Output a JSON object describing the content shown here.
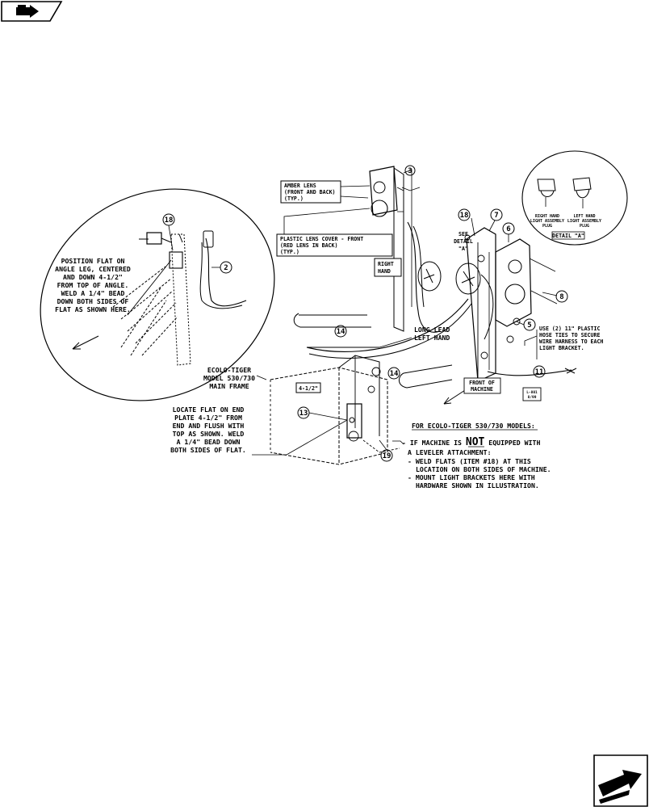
{
  "nav": {
    "top_icon": "back-page-icon",
    "bottom_icon": "next-page-icon"
  },
  "diagram": {
    "amber_lens": [
      "AMBER LENS",
      "(FRONT AND BACK)",
      "(TYP.)"
    ],
    "plastic_lens": [
      "PLASTIC LENS COVER - FRONT",
      "(RED LENS IN BACK)",
      "(TYP.)"
    ],
    "right_hand": [
      "RIGHT",
      "HAND"
    ],
    "see_detail": [
      "SEE",
      "DETAIL",
      "\"A\""
    ],
    "detail_a_label": "DETAIL \"A\"",
    "detail_right_plug": [
      "RIGHT HAND",
      "LIGHT ASSEMBLY",
      "PLUG"
    ],
    "detail_left_plug": [
      "LEFT HAND",
      "LIGHT ASSEMBLY",
      "PLUG"
    ],
    "position_flat": [
      "POSITION FLAT ON",
      "ANGLE LEG, CENTERED",
      "AND DOWN 4-1/2\"",
      "FROM TOP OF ANGLE.",
      "WELD A 1/4\" BEAD",
      "DOWN BOTH SIDES OF",
      "FLAT AS SHOWN HERE."
    ],
    "long_lead": [
      "LONG LEAD",
      "LEFT HAND"
    ],
    "plastic_ties": [
      "USE (2) 11\" PLASTIC",
      "HOSE TIES TO SECURE",
      "WIRE HARNESS TO EACH",
      "LIGHT BRACKET."
    ],
    "ecolo_frame": [
      "ECOLO-TIGER",
      "MODEL 530/730",
      "MAIN FRAME"
    ],
    "dimension": "4-1/2\"",
    "front_machine": [
      "FRONT OF",
      "MACHINE"
    ],
    "stamp": [
      "L-801",
      "8/99"
    ],
    "locate_flat": [
      "LOCATE FLAT ON END",
      "PLATE 4-1/2\" FROM",
      "END AND FLUSH WITH",
      "TOP AS SHOWN. WELD",
      "A 1/4\" BEAD DOWN",
      "BOTH SIDES OF FLAT."
    ],
    "models_title": "FOR ECOLO-TIGER 530/730 MODELS:",
    "models_line1_pre": "- IF MACHINE IS ",
    "models_line1_not": "NOT",
    "models_line1_post": " EQUIPPED WITH",
    "models_line2": "A LEVELER ATTACHMENT:",
    "models_bullets": [
      "- WELD FLATS (ITEM #18) AT THIS",
      "LOCATION ON BOTH SIDES OF MACHINE.",
      "- MOUNT LIGHT BRACKETS HERE WITH",
      "HARDWARE SHOWN IN ILLUSTRATION."
    ],
    "callouts": [
      "3",
      "18",
      "7",
      "6",
      "8",
      "5",
      "11",
      "14",
      "14",
      "13",
      "19",
      "2",
      "18"
    ]
  }
}
